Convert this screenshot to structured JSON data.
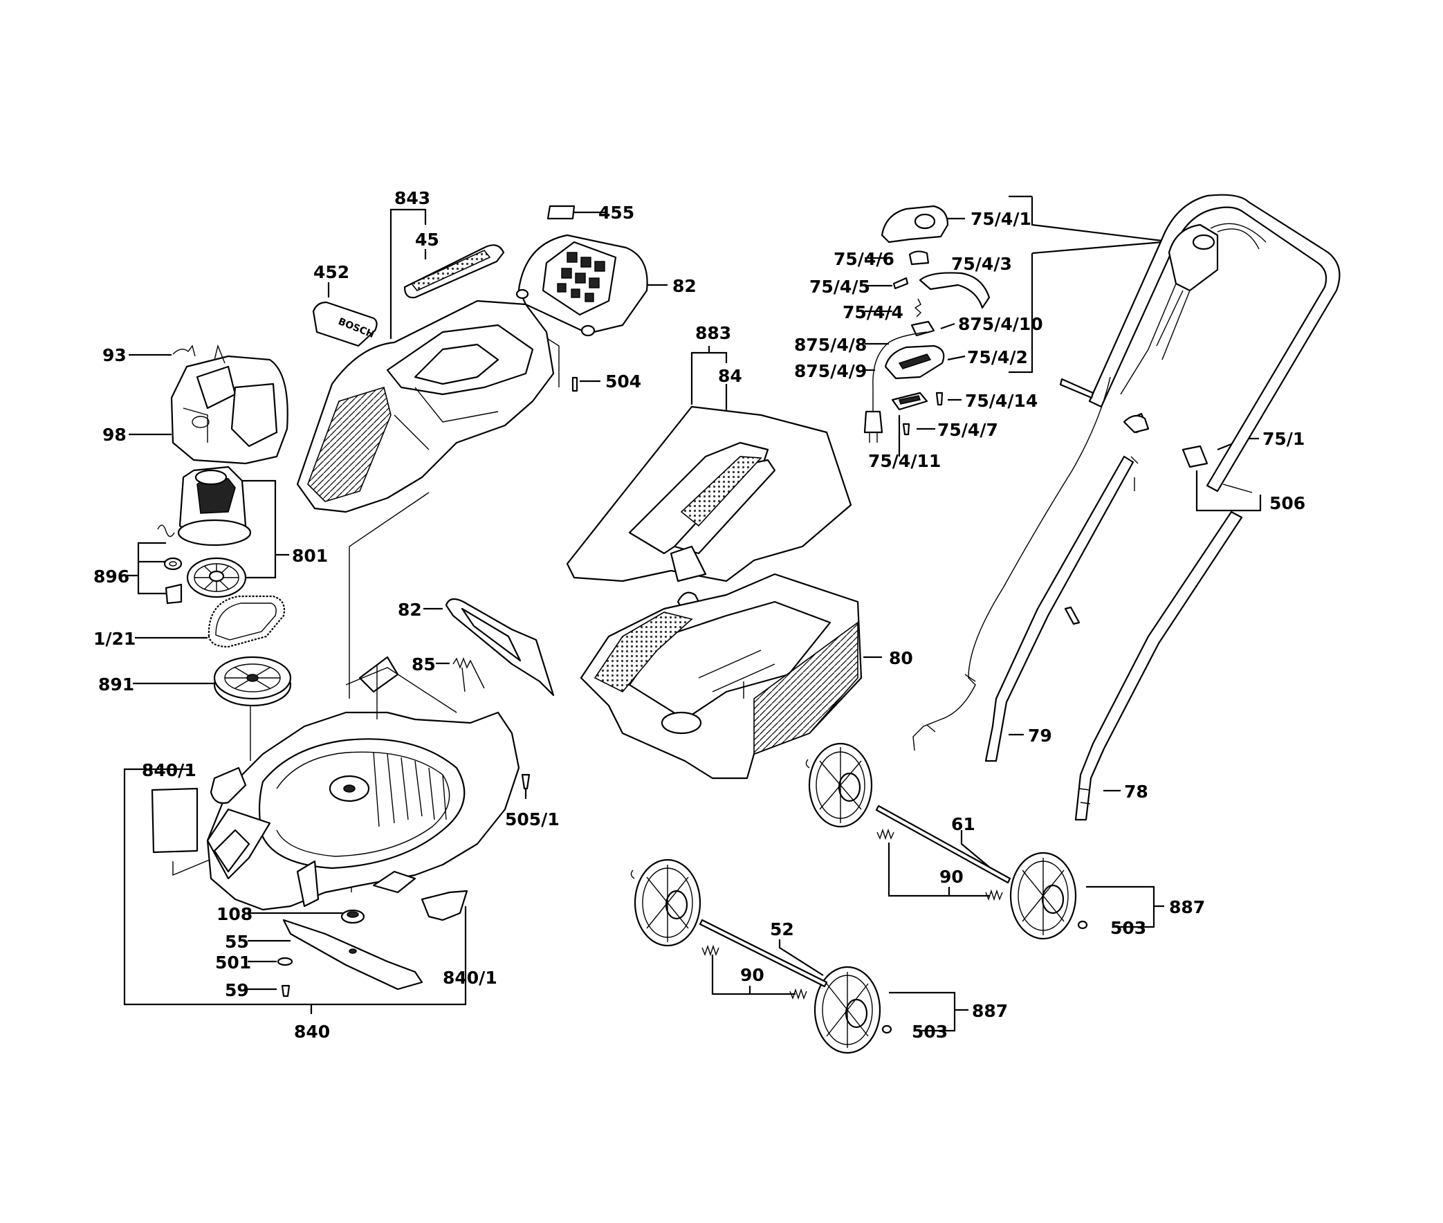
{
  "labels": {
    "l843": "843",
    "l45": "45",
    "l452": "452",
    "l455": "455",
    "l82a": "82",
    "l504": "504",
    "l93": "93",
    "l98": "98",
    "l801": "801",
    "l896": "896",
    "l1_21": "1/21",
    "l891": "891",
    "l82b": "82",
    "l85": "85",
    "l840_1a": "840/1",
    "l505_1": "505/1",
    "l108": "108",
    "l55": "55",
    "l501": "501",
    "l59": "59",
    "l840_1b": "840/1",
    "l840": "840",
    "l883": "883",
    "l84": "84",
    "l80": "80",
    "l75_4_1": "75/4/1",
    "l75_4_6": "75/4/6",
    "l75_4_3": "75/4/3",
    "l75_4_5": "75/4/5",
    "l75_4_4": "75/4/4",
    "l875_4_8": "875/4/8",
    "l875_4_10": "875/4/10",
    "l75_4_2": "75/4/2",
    "l875_4_9": "875/4/9",
    "l75_4_14": "75/4/14",
    "l75_4_7": "75/4/7",
    "l75_4_11": "75/4/11",
    "l75_1": "75/1",
    "l506": "506",
    "l79": "79",
    "l78": "78",
    "l61": "61",
    "l90a": "90",
    "l887a": "887",
    "l503a": "503",
    "l52": "52",
    "l90b": "90",
    "l887b": "887",
    "l503b": "503"
  },
  "brand": {
    "logo_text": "BOSCH"
  }
}
